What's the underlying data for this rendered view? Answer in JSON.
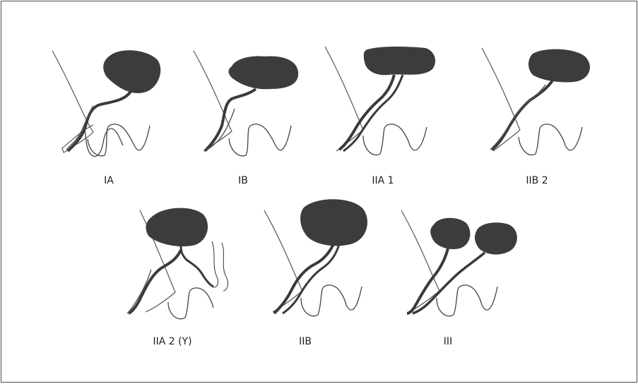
{
  "figure": {
    "panels": [
      {
        "id": "ia",
        "label": "IA"
      },
      {
        "id": "ib",
        "label": "IB"
      },
      {
        "id": "iia1",
        "label": "IIA 1"
      },
      {
        "id": "iib2",
        "label": "IIB 2"
      },
      {
        "id": "iia2y",
        "label": "IIA 2 (Y)"
      },
      {
        "id": "iib",
        "label": "IIB"
      },
      {
        "id": "iii",
        "label": "III"
      }
    ]
  },
  "colors": {
    "fill": "#3c3c3c",
    "stroke": "#3a3a3a",
    "frame": "#4a4a4a"
  }
}
